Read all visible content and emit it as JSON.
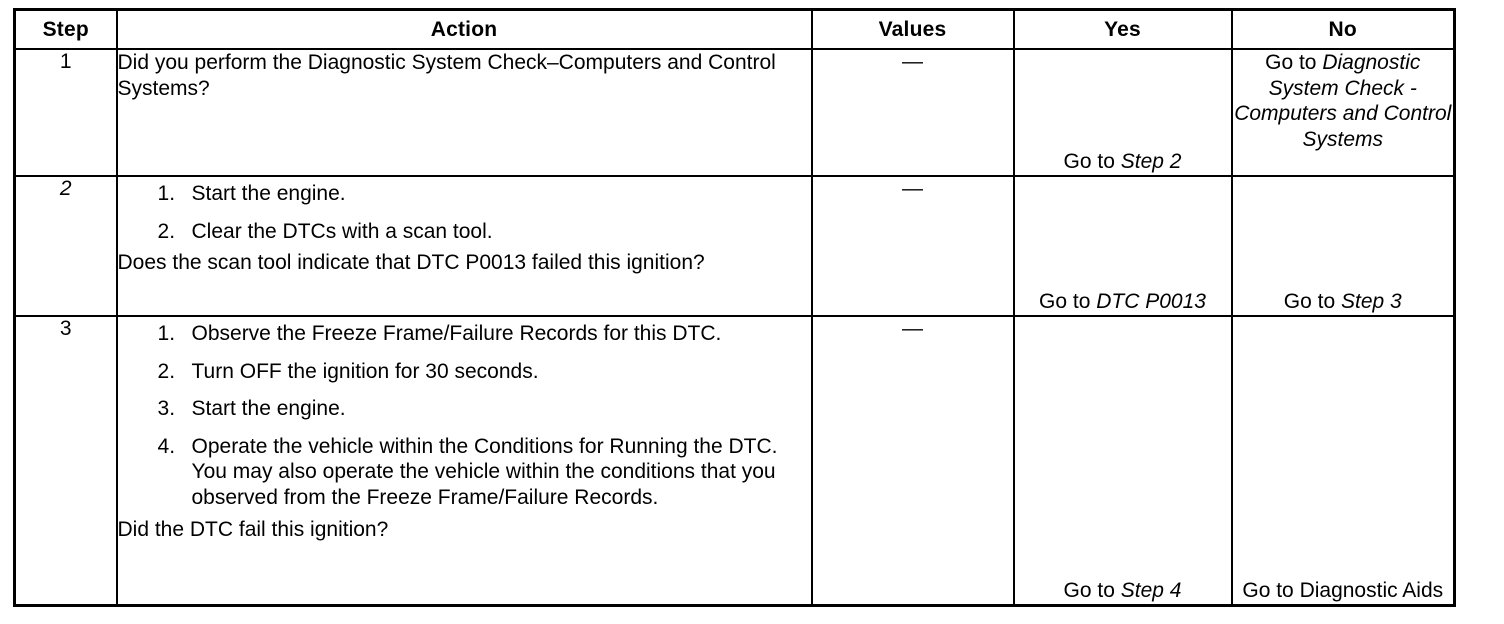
{
  "table": {
    "headers": {
      "step": "Step",
      "action": "Action",
      "values": "Values",
      "yes": "Yes",
      "no": "No"
    },
    "rows": [
      {
        "step": "1",
        "step_italic": false,
        "action_lead": "Did you perform the Diagnostic System Check–Computers and Control Systems?",
        "action_items": [],
        "action_tail": "",
        "values": "—",
        "yes_prefix": "Go to ",
        "yes_target": "Step 2",
        "yes_target_italic": true,
        "no_prefix": "Go to ",
        "no_target": "Diagnostic System Check - Computers and Control Systems",
        "no_target_italic": true
      },
      {
        "step": "2",
        "step_italic": true,
        "action_lead": "",
        "action_items": [
          "Start the engine.",
          "Clear the DTCs with a scan tool."
        ],
        "action_tail": "Does the scan tool indicate that DTC P0013 failed this ignition?",
        "values": "—",
        "yes_prefix": "Go to ",
        "yes_target": "DTC P0013",
        "yes_target_italic": true,
        "no_prefix": "Go to ",
        "no_target": "Step 3",
        "no_target_italic": true
      },
      {
        "step": "3",
        "step_italic": false,
        "action_lead": "",
        "action_items": [
          "Observe the Freeze Frame/Failure Records for this DTC.",
          "Turn OFF the ignition for 30 seconds.",
          "Start the engine.",
          "Operate the vehicle within the Conditions for Running the DTC. You may also operate the vehicle within the conditions that you observed from the Freeze Frame/Failure Records."
        ],
        "action_tail": "Did the DTC fail this ignition?",
        "values": "—",
        "yes_prefix": "Go to ",
        "yes_target": "Step 4",
        "yes_target_italic": true,
        "no_prefix": "Go to ",
        "no_target": "Diagnostic Aids",
        "no_target_italic": false
      }
    ]
  },
  "colors": {
    "border": "#000000",
    "text": "#000000",
    "background": "#ffffff"
  }
}
